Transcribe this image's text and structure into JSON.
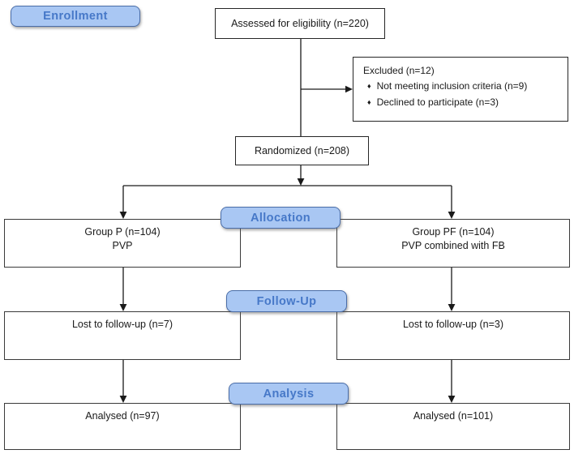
{
  "stage_labels": {
    "enrollment": "Enrollment",
    "allocation": "Allocation",
    "follow_up": "Follow-Up",
    "analysis": "Analysis"
  },
  "flow": {
    "assessed": "Assessed for eligibility (n=220)",
    "excluded": {
      "title": "Excluded (n=12)",
      "bullet_char": "♦",
      "items": [
        "Not meeting inclusion criteria (n=9)",
        "Declined to participate (n=3)"
      ]
    },
    "randomized": "Randomized (n=208)",
    "group_p": {
      "line1": "Group P (n=104)",
      "line2": "PVP"
    },
    "group_pf": {
      "line1": "Group PF (n=104)",
      "line2": "PVP combined with FB"
    },
    "lost_left": "Lost to follow-up (n=7)",
    "lost_right": "Lost to follow-up (n=3)",
    "analysed_left": "Analysed (n=97)",
    "analysed_right": "Analysed (n=101)"
  },
  "colors": {
    "stage_fill": "#a9c7f3",
    "stage_border": "#4a6da8",
    "stage_text": "#4678c8",
    "box_border": "#3a3a3a",
    "connector_line": "#1a1a1a"
  }
}
